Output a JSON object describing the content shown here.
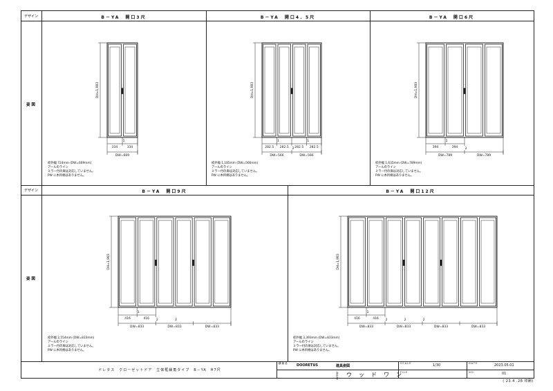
{
  "labels": {
    "design": "デザイン",
    "elevation": "姿 図"
  },
  "panels": [
    {
      "title": "B－YA　開口3尺",
      "dh": "DH=1,983",
      "widths": [
        "334",
        "334"
      ],
      "dw": [
        "DW=669"
      ],
      "gap_marks": [
        "1"
      ],
      "notes": [
        "枠外幅 724mm (DW=669mm)",
        "アールのライン",
        "ミラー付の扉は対応していません。",
        "PW に木目柄はありません。"
      ]
    },
    {
      "title": "B－YA　開口4．5尺",
      "dh": "DH=1,983",
      "widths": [
        "282.5",
        "282.5",
        "282.5",
        "282.5"
      ],
      "dw": [
        "DW=566",
        "DW=566"
      ],
      "gap_marks": [
        "1",
        "2",
        "1"
      ],
      "notes": [
        "枠外幅 1,185mm (DW=566mm)",
        "アールのライン",
        "ミラー付の扉は対応していません。",
        "PW に木目柄はありません。"
      ]
    },
    {
      "title": "B－YA　開口6尺",
      "dh": "DH=1,983",
      "widths": [
        "394",
        "394"
      ],
      "dw": [
        "DW=789",
        "DW=789"
      ],
      "gap_marks": [
        "1",
        "2"
      ],
      "notes": [
        "枠外幅 1,635mm (DW=789mm)",
        "アールのライン",
        "ミラー付の扉は対応していません。",
        "PW に木目柄はありません。"
      ]
    },
    {
      "title": "B－YA　開口9尺",
      "dh": "DH=1,983",
      "widths": [
        "416",
        "416"
      ],
      "dw": [
        "DW=833",
        "DW=833",
        "DW=833"
      ],
      "gap_marks": [
        "1",
        "2",
        "2"
      ],
      "notes": [
        "枠外幅 2,554mm (DW=833mm)",
        "アールのライン",
        "ミラー付の扉は対応していません。",
        "PW に木目柄はありません。"
      ]
    },
    {
      "title": "B－YA　開口12尺",
      "dh": "DH=1,983",
      "widths": [
        "416",
        "416"
      ],
      "dw": [
        "DW=833",
        "DW=833",
        "DW=833",
        "DW=833"
      ],
      "gap_marks": [
        "1",
        "2",
        "2",
        "2"
      ],
      "notes": [
        "枠外幅 3,393mm (DW=833mm)",
        "アールのライン",
        "ミラー付の扉は対応していません。",
        "PW に木目柄はありません。"
      ]
    }
  ],
  "titleblock": {
    "drawing_title": "ドレタス　クローゼットドア　立体框縁角タイプ　B－YA　H7尺",
    "client_label": "顧客名",
    "client": "DOORETUS",
    "drawing_name": "建具姿図",
    "company_label": "会社名",
    "company": "ウ　ッ　ド　ワ　ン",
    "scale_label": "SCALE",
    "scale": "1/30",
    "file_label": "FILE",
    "date_label": "DATE",
    "date": "2023.05.01",
    "no_label": "NO.",
    "no": "01",
    "print_note": "( 23.4 .28 印刷)"
  },
  "colors": {
    "line": "#222222",
    "fill": "#ffffff"
  }
}
